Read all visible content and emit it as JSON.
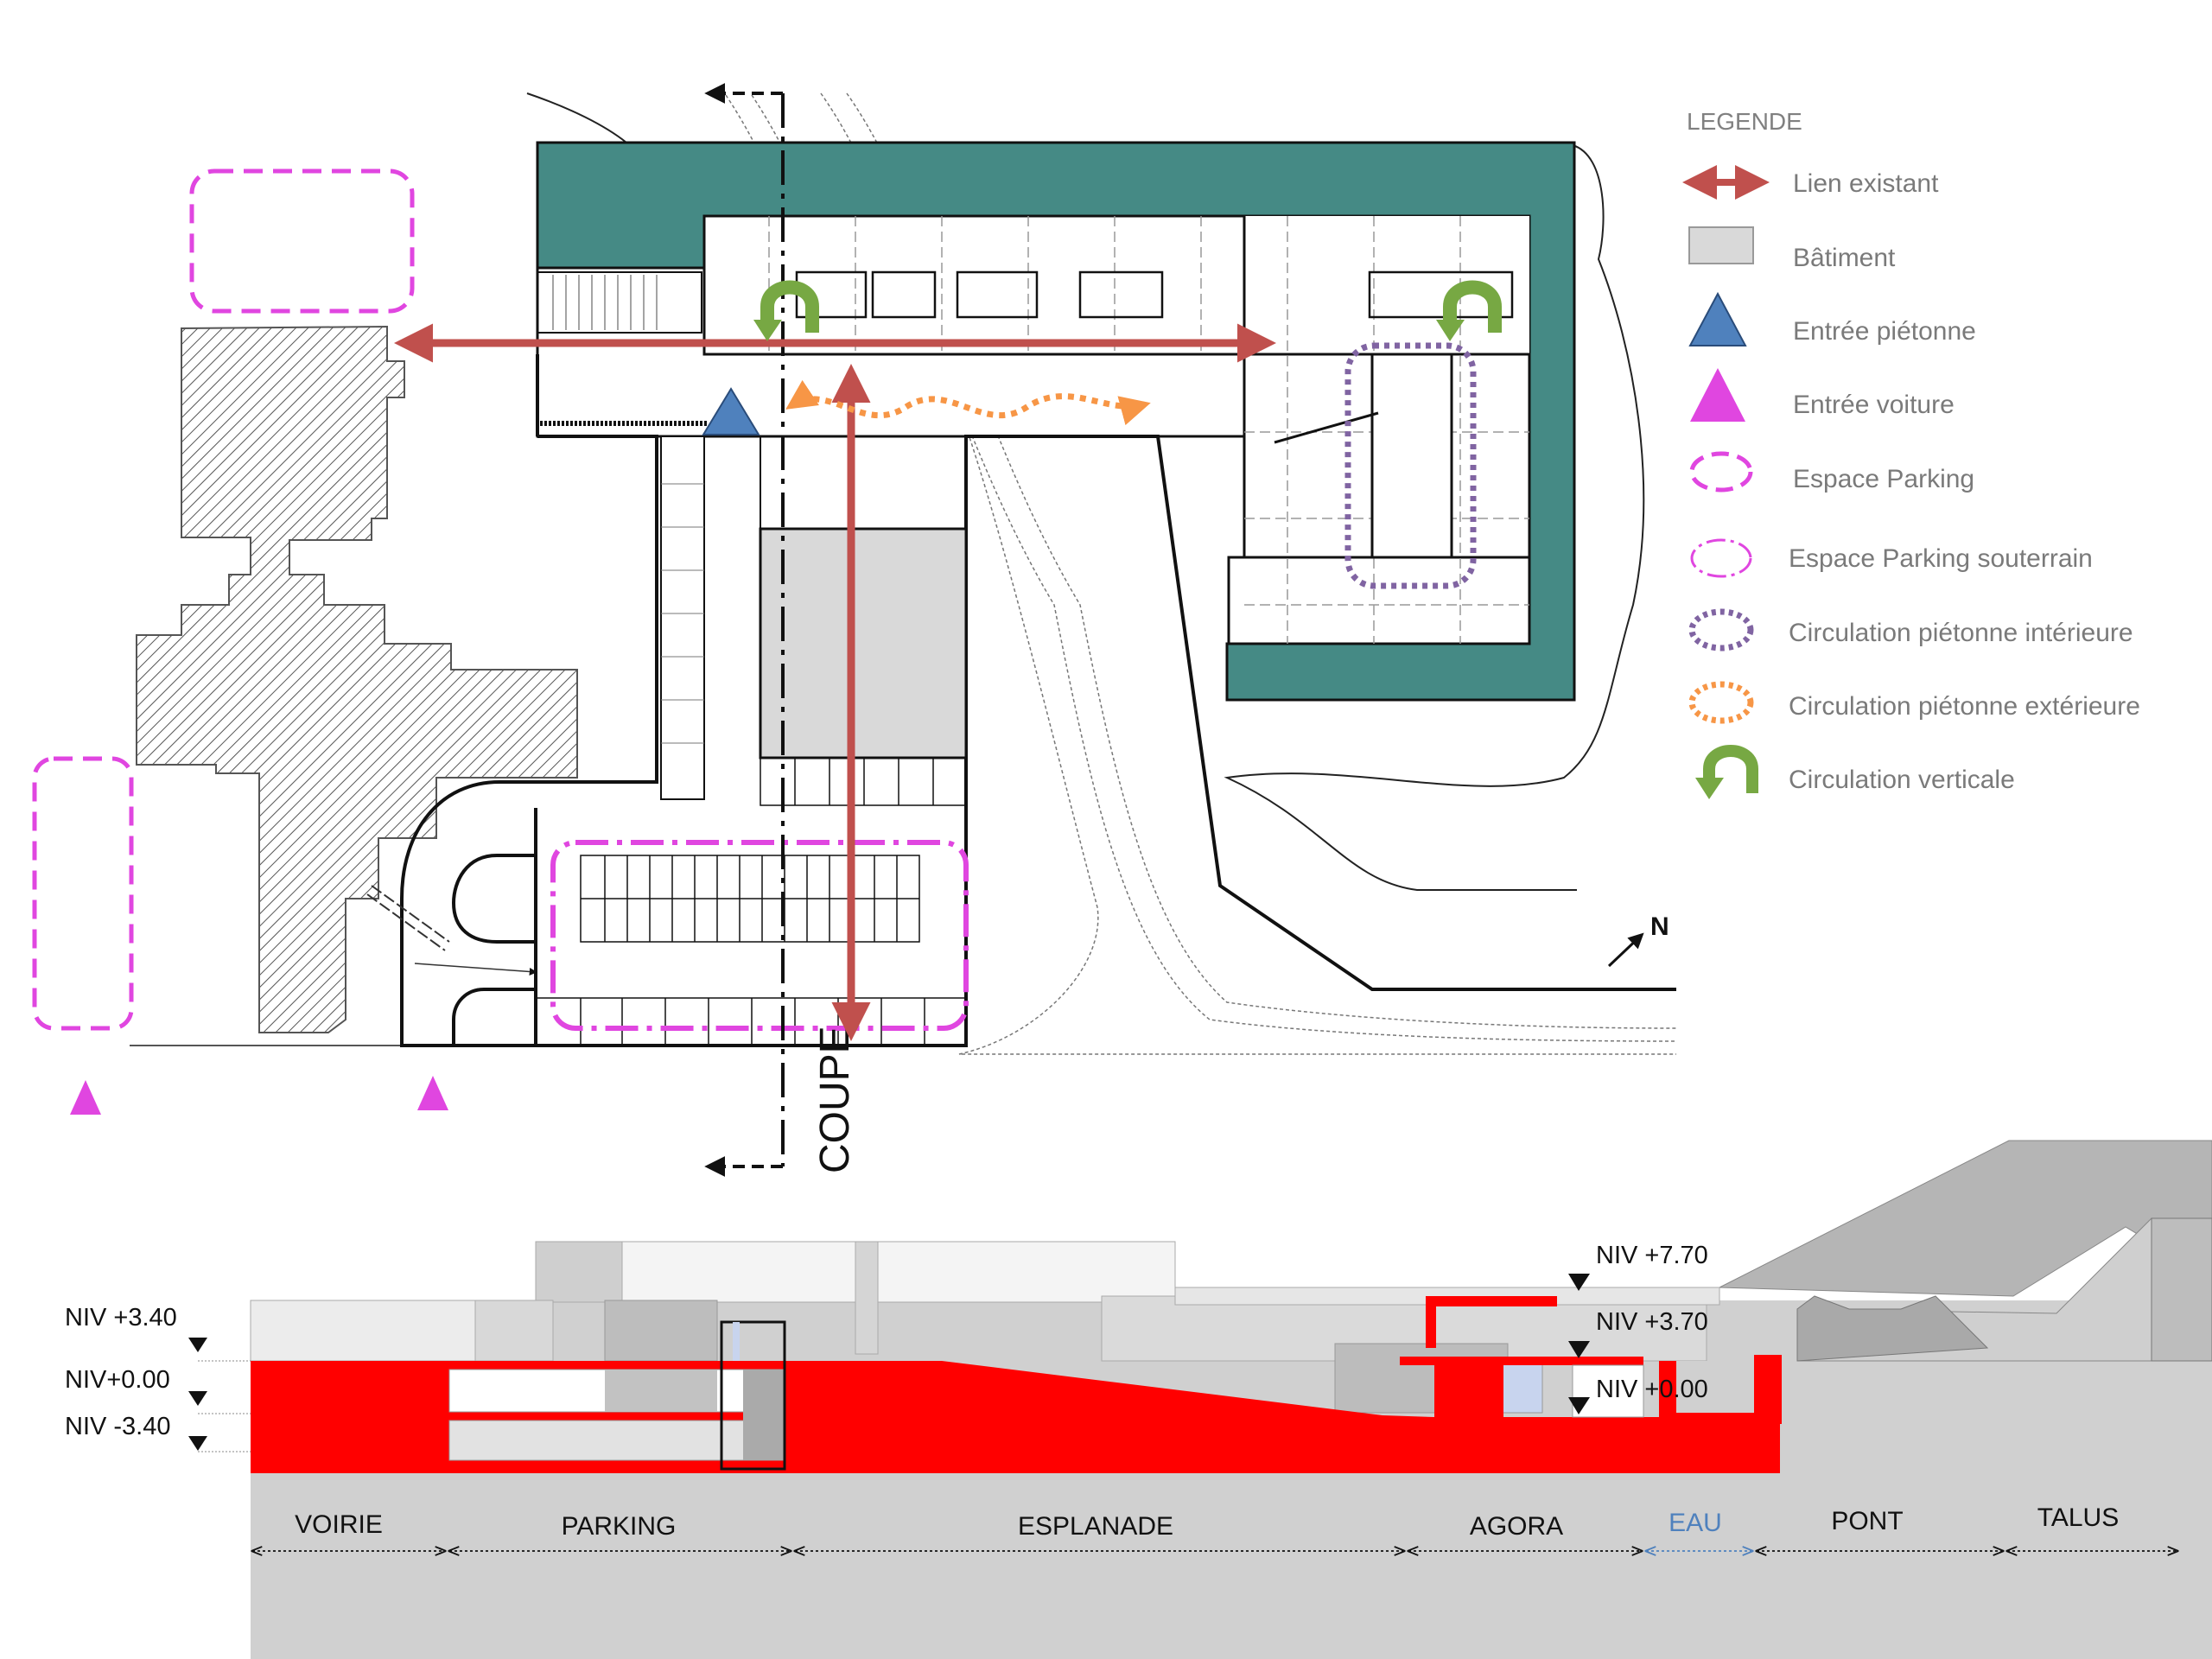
{
  "colors": {
    "existing_link": "#c0504d",
    "building": "#d9d9d9",
    "pedestrian_entrance": "#4f81bd",
    "car_entrance": "#e046e0",
    "parking": "#e046e0",
    "interior_circulation": "#8064a2",
    "exterior_circulation": "#f79646",
    "vertical_circulation": "#77a843",
    "green_roof": "#458a85",
    "section_cut": "#ff0000",
    "eau": "#4f81bd"
  },
  "legend": {
    "title": "LEGENDE",
    "items": [
      {
        "icon": "double-arrow-icon",
        "label": "Lien existant"
      },
      {
        "icon": "building-swatch-icon",
        "label": "Bâtiment"
      },
      {
        "icon": "pedestrian-triangle-icon",
        "label": "Entrée piétonne"
      },
      {
        "icon": "car-triangle-icon",
        "label": "Entrée voiture"
      },
      {
        "icon": "dashed-ellipse-icon",
        "label": "Espace Parking"
      },
      {
        "icon": "dashdot-ellipse-icon",
        "label": "Espace Parking  souterrain"
      },
      {
        "icon": "dotted-purple-ellipse-icon",
        "label": "Circulation piétonne intérieure"
      },
      {
        "icon": "dotted-orange-ellipse-icon",
        "label": "Circulation piétonne extérieure"
      },
      {
        "icon": "curved-arrow-icon",
        "label": "Circulation verticale"
      }
    ]
  },
  "plan": {
    "north_label": "N",
    "section_label": "COUPE"
  },
  "section": {
    "levels_left": [
      "NIV +3.40",
      "NIV+0.00",
      "NIV -3.40"
    ],
    "levels_right": [
      "NIV +7.70",
      "NIV +3.70",
      "NIV +0.00"
    ],
    "zones": [
      "VOIRIE",
      "PARKING",
      "ESPLANADE",
      "AGORA",
      "EAU",
      "PONT",
      "TALUS"
    ]
  }
}
